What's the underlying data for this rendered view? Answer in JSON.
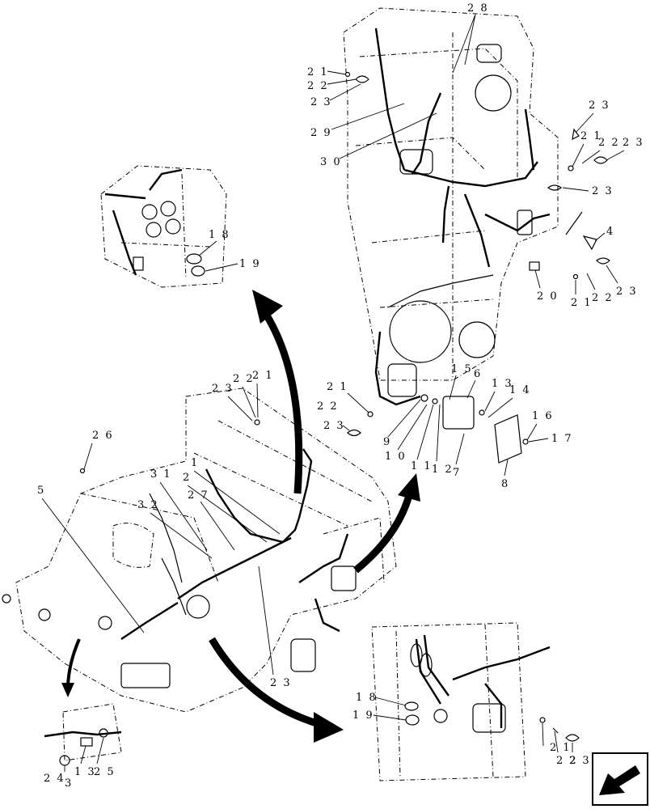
{
  "diagram": {
    "callouts": {
      "c28": "2 8",
      "c21a": "2 1",
      "c22a": "2 2",
      "c23a": "2 3",
      "c29": "2 9",
      "c30": "3 0",
      "c23b": "2 3",
      "c21b": "2 1",
      "c22b": "2 2",
      "c23c": "2 3",
      "c23d": "2 3",
      "c4": "4",
      "c20": "2 0",
      "c21c": "2 1",
      "c22c": "2 2",
      "c23e": "2 3",
      "c18a": "1 8",
      "c19a": "1 9",
      "c15": "1 5",
      "c6": "6",
      "c13": "1 3",
      "c14": "1 4",
      "c21d": "2 1",
      "c22d": "2 2",
      "c23f": "2 3",
      "c16": "1 6",
      "c17": "1 7",
      "c9": "9",
      "c10": "1 0",
      "c11": "1 1",
      "c12": "1 2",
      "c7": "7",
      "c8": "8",
      "c23g": "2 3",
      "c22e": "2 2",
      "c21e": "2 1",
      "c26": "2 6",
      "c31": "3 1",
      "c1": "1",
      "c2": "2",
      "c27": "2 7",
      "c5a": "5",
      "c32": "3 2",
      "c23h": "2 3",
      "c24": "2 4",
      "c3": "3",
      "c13b": "1 3",
      "c25": "2 5",
      "c18b": "1 8",
      "c19b": "1 9",
      "c21f": "2 1",
      "c22f": "2 2",
      "c23i": "2 3"
    }
  }
}
